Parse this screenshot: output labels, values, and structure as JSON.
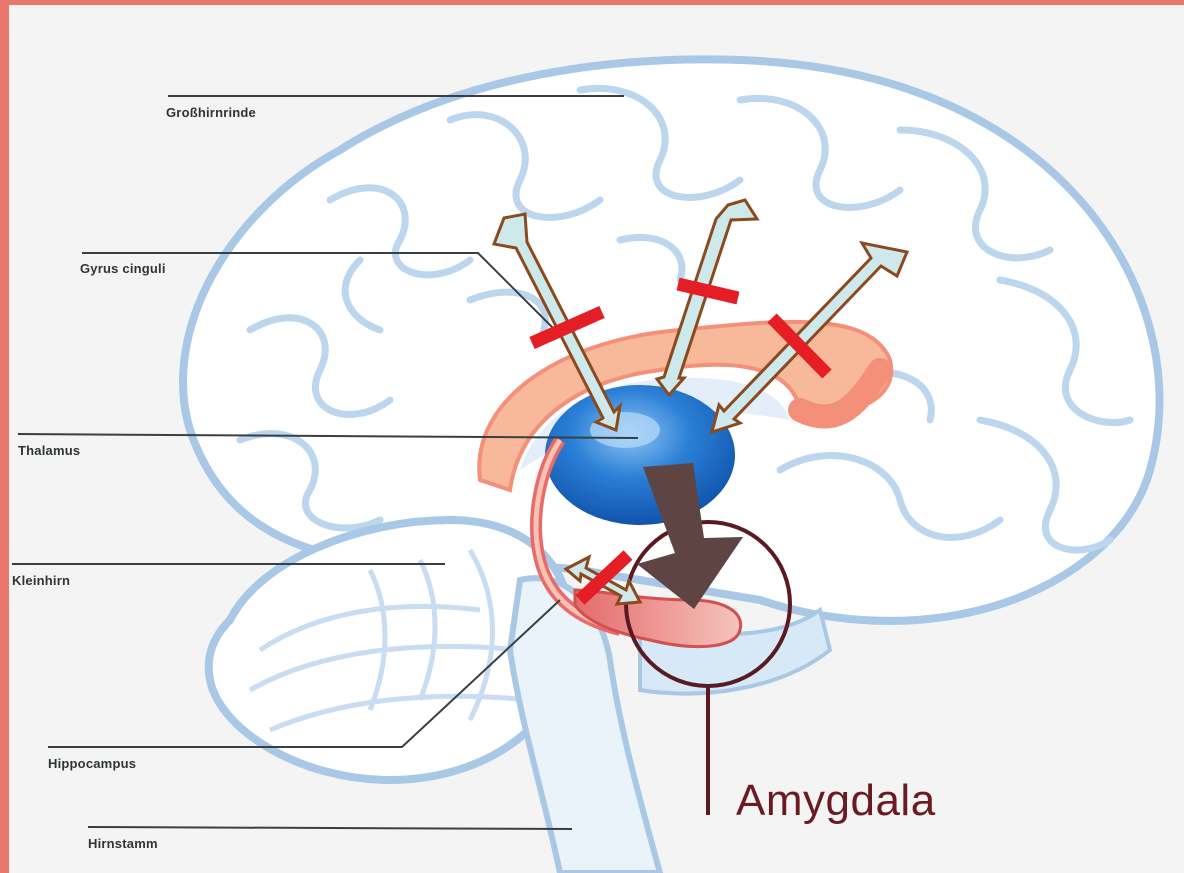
{
  "labels": {
    "cortex": "Großhirnrinde",
    "cingulate": "Gyrus cinguli",
    "thalamus": "Thalamus",
    "cerebellum": "Kleinhirn",
    "hippocampus": "Hippocampus",
    "brainstem": "Hirnstamm",
    "amygdala": "Amygdala"
  },
  "colors": {
    "frame": "#e9776b",
    "background": "#f3f4f3",
    "brain_fill": "#ffffff",
    "brain_outline": "#a9c8e6",
    "sulcus": "#bcd6ee",
    "thalamus": "#1f6fc8",
    "cingulate": "#f48f7a",
    "arrow_fill": "#cde9ec",
    "arrow_outline": "#8b4a1e",
    "block_bar": "#e41e24",
    "amygdala_arrow": "#5e4544",
    "amygdala_marker": "#5a1a22"
  }
}
